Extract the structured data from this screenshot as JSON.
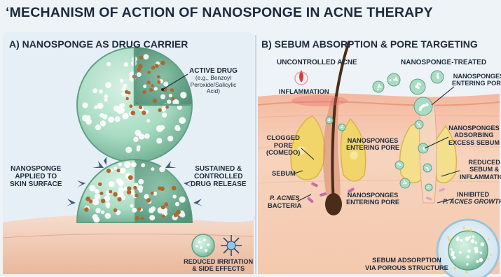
{
  "title": "‘MECHANISM OF ACTION OF NANOSPONGE IN ACNE THERAPY",
  "panel_a": {
    "heading": "A) NANOSPONGE AS DRUG CARRIER",
    "active_drug": "ACTIVE DRUG",
    "active_drug_note_1": "(e.g., Benzoyl",
    "active_drug_note_2": "Peroxide/Salicylic",
    "active_drug_note_3": "Acid)",
    "applied_1": "NANOSPONGE",
    "applied_2": "APPLIED TO",
    "applied_3": "SKIN SURFACE",
    "sustained_1": "SUSTAINED &",
    "sustained_2": "CONTROLLED",
    "sustained_3": "DRUG RELEASE",
    "reduced_1": "REDUCED IRRITATION",
    "reduced_2": "& SIDE EFFECTS"
  },
  "panel_b": {
    "heading": "B) SEBUM ABSORPTION & PORE TARGETING",
    "uncontrolled": "UNCONTROLLED ACNE",
    "treated": "NANOSPONGE-TREATED",
    "inflammation": "INFLAMMATION",
    "entering_top_1": "NANOSPONGES",
    "entering_top_2": "ENTERING PORE",
    "clogged_1": "CLOGGED",
    "clogged_2": "PORE",
    "clogged_3": "(COMEDO)",
    "entering_mid_1": "NANOSPONGES",
    "entering_mid_2": "ENTERING PORE",
    "adsorbing_1": "NANOSPONGES",
    "adsorbing_2": "ADSORBING",
    "adsorbing_3": "EXCESS SEBUM",
    "sebum": "SEBUM",
    "reduced_1": "REDUCED",
    "reduced_2": "SEBUM &",
    "reduced_3": "INFLAMMATION",
    "pacnes_1": "P. ACNES",
    "pacnes_2": "BACTERIA",
    "entering_low_1": "NANOSPONGES",
    "entering_low_2": "ENTERING PORE",
    "inhibited_1": "INHIBITED",
    "inhibited_2": "P. ACNES GROWTH",
    "adsorption_1": "SEBUM ADSORPTION",
    "adsorption_2": "VIA POROUS STRUCTURE"
  },
  "colors": {
    "background": "#eef3f7",
    "sponge": "#a9dcc3",
    "sponge_dark": "#5f9f84",
    "drug": "#b0672e",
    "skin": "#f3c2a6",
    "sebum": "#f1d56a",
    "hair": "#4a2c1b",
    "text": "#1e2b3c"
  }
}
